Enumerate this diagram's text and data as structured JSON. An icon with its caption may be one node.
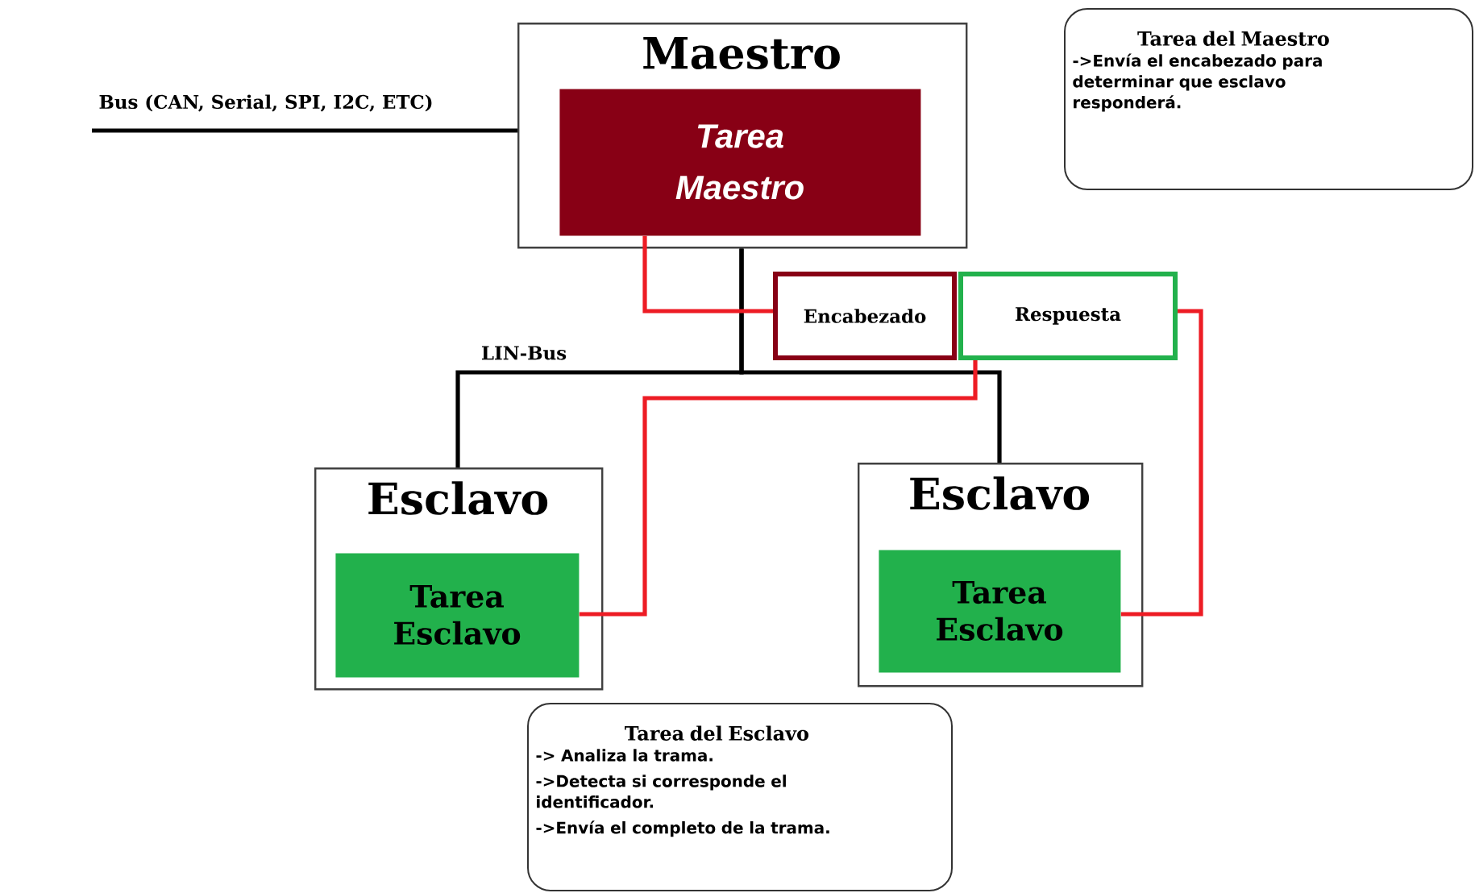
{
  "diagram": {
    "nodes": [
      {
        "text": [
          "Maestro"
        ]
      },
      {
        "text": [
          "Tarea Maestro"
        ],
        "in": 0
      },
      {
        "text": [
          "Encabezado"
        ]
      },
      {
        "text": [
          "Respuesta"
        ]
      },
      {
        "text": [
          "Esclavo"
        ]
      },
      {
        "text": [
          "Tarea Esclavo"
        ],
        "in": 4
      },
      {
        "text": [
          "Esclavo"
        ]
      },
      {
        "text": [
          "Tarea Esclavo"
        ],
        "in": 6
      },
      {
        "text": [
          "Tarea del Maestro",
          "->Envía el encabezado para determinar que esclavo responderá."
        ]
      },
      {
        "text": [
          "Tarea del Esclavo",
          "-> Analiza la trama.",
          "->Detecta si corresponde el identificador.",
          "->Envía el completo de la trama."
        ]
      }
    ],
    "edges": [
      {
        "from": null,
        "to": 0,
        "arrow": "none",
        "label": "Bus (CAN, Serial, SPI, I2C, ETC)"
      },
      {
        "from": 0,
        "to": 4,
        "arrow": "none",
        "label": "LIN-Bus"
      },
      {
        "from": 0,
        "to": 6,
        "arrow": "none"
      },
      {
        "from": 1,
        "to": 2,
        "arrow": "none",
        "color": "#ed1c24"
      },
      {
        "from": 3,
        "to": 5,
        "arrow": "none",
        "color": "#ed1c24"
      },
      {
        "from": 3,
        "to": 7,
        "arrow": "none",
        "color": "#ed1c24"
      }
    ]
  }
}
